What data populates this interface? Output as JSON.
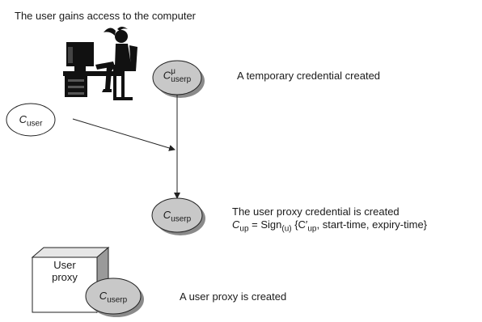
{
  "diagram": {
    "top_caption": "The user gains access to the computer",
    "temp_credential": {
      "symbol": "C",
      "superscript": "μ",
      "subscript": "userp",
      "caption": "A temporary credential created"
    },
    "user_credential": {
      "symbol": "C",
      "subscript": "user"
    },
    "proxy_credential": {
      "symbol": "C",
      "subscript": "userp",
      "caption": "The user proxy credential is created",
      "formula": {
        "lhs_symbol": "C",
        "lhs_sub": "up",
        "equals_sign": " = Sign",
        "sign_sub": "(u)",
        "open": " {C′",
        "arg_sub": "up",
        "rest": ", start-time, expiry-time}"
      }
    },
    "user_proxy": {
      "label_line1": "User",
      "label_line2": "proxy",
      "credential_symbol": "C",
      "credential_subscript": "userp",
      "caption": "A user proxy is created"
    },
    "colors": {
      "ellipse_gray": "#c8c8c8",
      "shadow": "#8a8a8a",
      "stroke": "#222222"
    },
    "icons": [
      "user-at-computer-icon"
    ]
  }
}
